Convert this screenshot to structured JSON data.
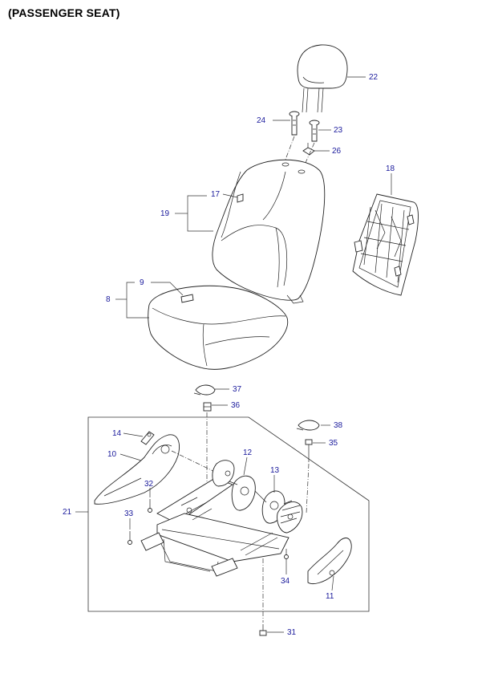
{
  "title": "(PASSENGER SEAT)",
  "callouts": [
    {
      "id": "22",
      "label": "22",
      "part": "headrest"
    },
    {
      "id": "24",
      "label": "24",
      "part": "headrest-guide-left"
    },
    {
      "id": "23",
      "label": "23",
      "part": "headrest-guide-right"
    },
    {
      "id": "26",
      "label": "26",
      "part": "guide-bracket"
    },
    {
      "id": "17",
      "label": "17",
      "part": "seatback-frame-panel"
    },
    {
      "id": "19",
      "label": "19",
      "part": "seatback-tag"
    },
    {
      "id": "18",
      "label": "18",
      "part": "seatback-assembly"
    },
    {
      "id": "9",
      "label": "9",
      "part": "cushion-tag"
    },
    {
      "id": "8",
      "label": "8",
      "part": "cushion-assembly"
    },
    {
      "id": "37",
      "label": "37",
      "part": "cap-left"
    },
    {
      "id": "36",
      "label": "36",
      "part": "nut"
    },
    {
      "id": "38",
      "label": "38",
      "part": "cap-right"
    },
    {
      "id": "35",
      "label": "35",
      "part": "bolt-upper"
    },
    {
      "id": "14",
      "label": "14",
      "part": "recliner-knob"
    },
    {
      "id": "10",
      "label": "10",
      "part": "side-cover-left"
    },
    {
      "id": "12",
      "label": "12",
      "part": "recliner-disc-left"
    },
    {
      "id": "13",
      "label": "13",
      "part": "recliner-disc-right"
    },
    {
      "id": "32",
      "label": "32",
      "part": "screw-upper"
    },
    {
      "id": "21",
      "label": "21",
      "part": "seat-track-assembly"
    },
    {
      "id": "33",
      "label": "33",
      "part": "screw-lower"
    },
    {
      "id": "34",
      "label": "34",
      "part": "screw-right"
    },
    {
      "id": "11",
      "label": "11",
      "part": "side-cover-right"
    },
    {
      "id": "31",
      "label": "31",
      "part": "bolt-lower"
    }
  ]
}
